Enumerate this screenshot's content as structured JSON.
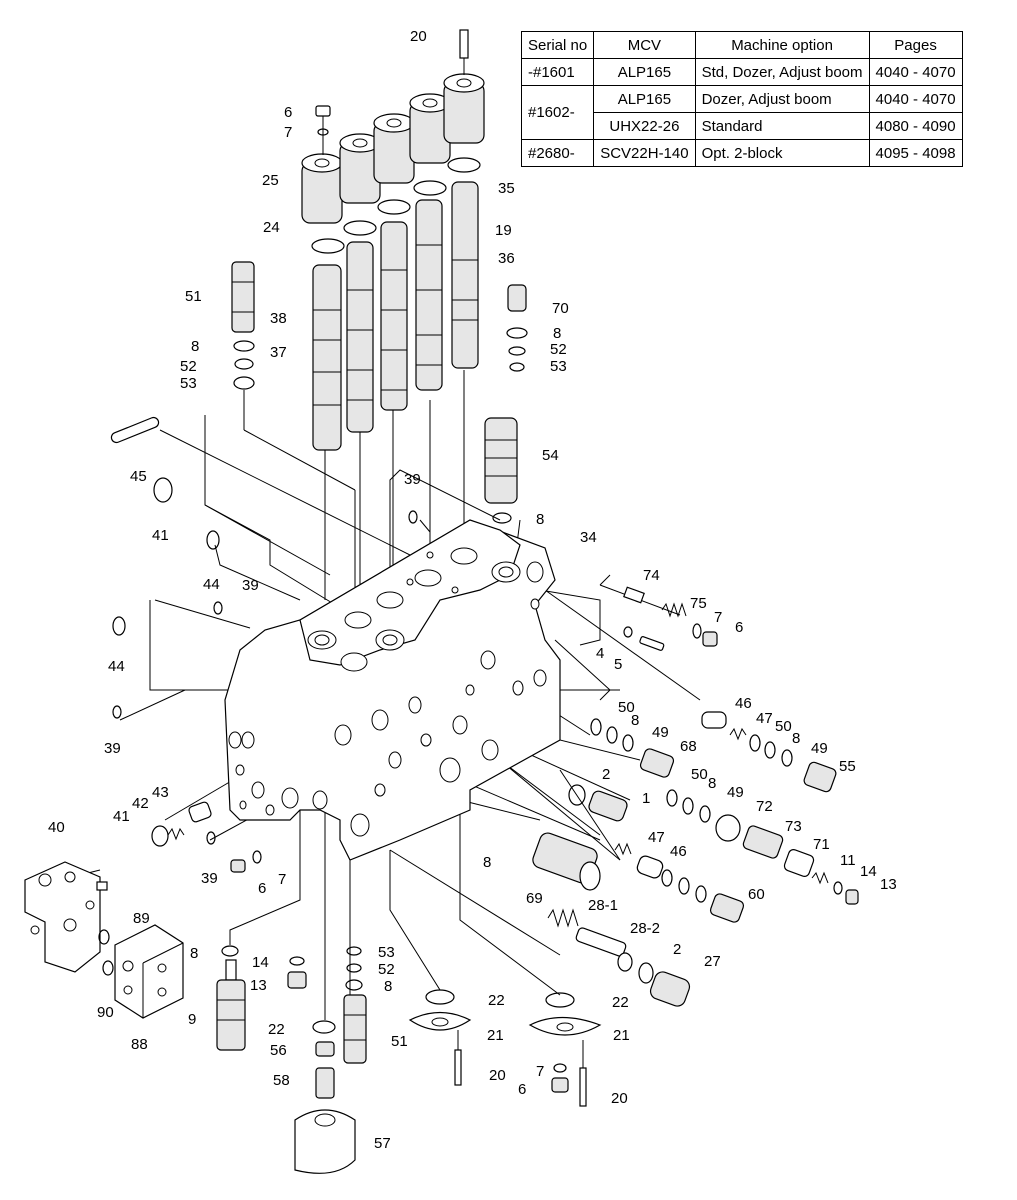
{
  "table": {
    "headers": [
      "Serial no",
      "MCV",
      "Machine option",
      "Pages"
    ],
    "rows": [
      {
        "serial": "-#1601",
        "mcv": "ALP165",
        "option": "Std, Dozer, Adjust boom",
        "pages": "4040 - 4070"
      },
      {
        "serial": "#1602-",
        "mcv": "ALP165",
        "option": "Dozer, Adjust boom",
        "pages": "4040 - 4070"
      },
      {
        "serial": "",
        "mcv": "UHX22-26",
        "option": "Standard",
        "pages": "4080 - 4090"
      },
      {
        "serial": "#2680-",
        "mcv": "SCV22H-140",
        "option": "Opt. 2-block",
        "pages": "4095 - 4098"
      }
    ]
  },
  "callouts": [
    "20",
    "6",
    "7",
    "25",
    "24",
    "51",
    "8",
    "52",
    "53",
    "38",
    "37",
    "35",
    "19",
    "36",
    "70",
    "8",
    "52",
    "53",
    "54",
    "45",
    "41",
    "39",
    "8",
    "44",
    "39",
    "34",
    "44",
    "74",
    "75",
    "7",
    "6",
    "4",
    "5",
    "39",
    "46",
    "47",
    "50",
    "8",
    "49",
    "55",
    "50",
    "8",
    "49",
    "68",
    "43",
    "42",
    "41",
    "2",
    "1",
    "50",
    "8",
    "49",
    "72",
    "73",
    "71",
    "47",
    "46",
    "11",
    "14",
    "13",
    "40",
    "39",
    "6",
    "7",
    "8",
    "69",
    "60",
    "28-1",
    "28-2",
    "89",
    "2",
    "27",
    "90",
    "88",
    "8",
    "14",
    "13",
    "53",
    "52",
    "8",
    "22",
    "22",
    "21",
    "21",
    "9",
    "22",
    "51",
    "56",
    "20",
    "7",
    "58",
    "6",
    "20",
    "57"
  ]
}
